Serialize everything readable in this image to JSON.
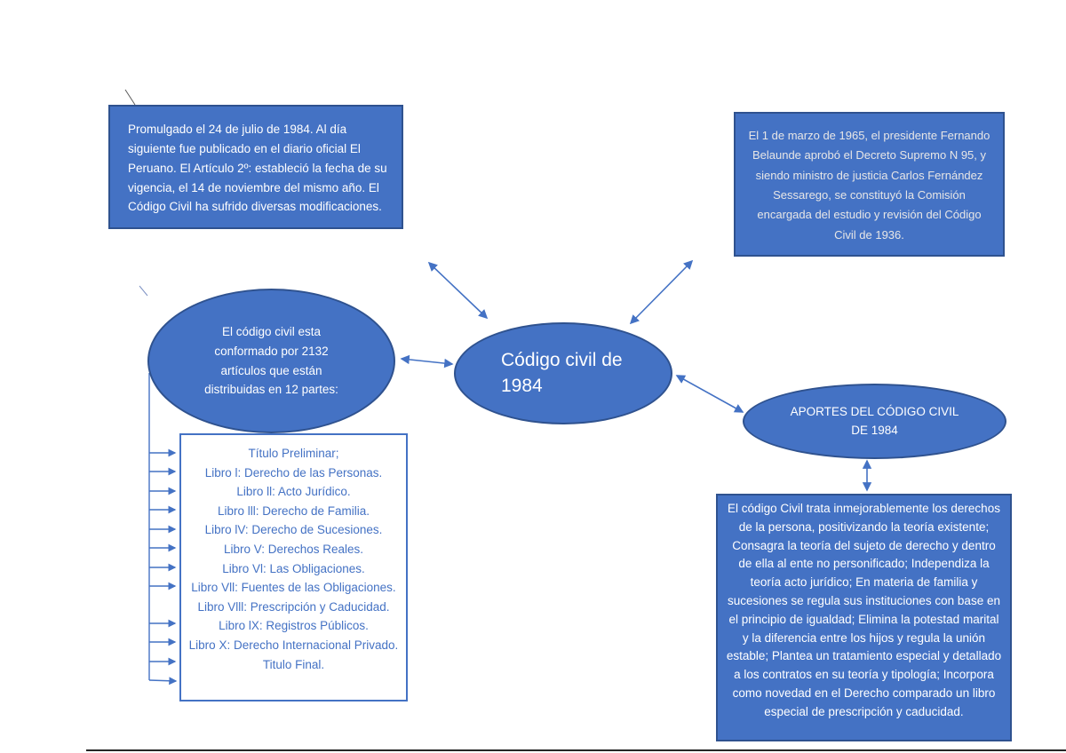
{
  "diagram": {
    "title": "Código civil de 1984",
    "colors": {
      "node_fill": "#4472C4",
      "node_border": "#2F528F",
      "text_on_fill": "#FFFFFF",
      "list_text": "#4472C4",
      "connector": "#4472C4"
    },
    "nodes": {
      "center": {
        "label": "Código civil de 1984"
      },
      "promulgation": {
        "text": "Promulgado el 24 de julio de 1984. Al día siguiente fue publicado en el diario oficial El Peruano. El Artículo 2º: estableció la fecha de su vigencia, el 14 de noviembre del mismo año. El Código Civil ha sufrido diversas modificaciones."
      },
      "commission": {
        "text": "El 1 de marzo de 1965, el presidente Fernando Belaunde aprobó el Decreto Supremo N 95, y siendo ministro de justicia Carlos Fernández Sessarego, se constituyó la Comisión encargada del estudio y revisión del Código Civil de 1936."
      },
      "structure": {
        "text": "El código civil esta conformado por 2132 artículos que están distribuidas en 12 partes:"
      },
      "aportes": {
        "text": "APORTES DEL CÓDIGO CIVIL DE 1984"
      },
      "parts_list": {
        "items": [
          "Título Preliminar;",
          "Libro l: Derecho de las Personas.",
          "Libro ll: Acto Jurídico.",
          "Libro lll: Derecho de Familia.",
          "Libro lV: Derecho de Sucesiones.",
          "Libro V: Derechos Reales.",
          "Libro Vl: Las Obligaciones.",
          "Libro Vll: Fuentes de las Obligaciones.",
          "Libro Vlll: Prescripción y Caducidad.",
          "Libro lX: Registros Públicos.",
          "Libro X: Derecho Internacional Privado. Titulo Final."
        ]
      },
      "aportes_detail": {
        "text": "El código Civil trata inmejorablemente los derechos de la persona, positivizando la teoría existente;  Consagra la teoría del sujeto de derecho y dentro de ella al ente no personificado; Independiza la teoría acto jurídico; En materia de familia y sucesiones se regula sus instituciones con base en el principio de igualdad; Elimina la potestad marital y la diferencia entre los hijos y regula la unión estable; Plantea un tratamiento especial y detallado a los contratos en su teoría y tipología; Incorpora como novedad en el Derecho comparado un libro especial de prescripción y caducidad."
      }
    }
  }
}
